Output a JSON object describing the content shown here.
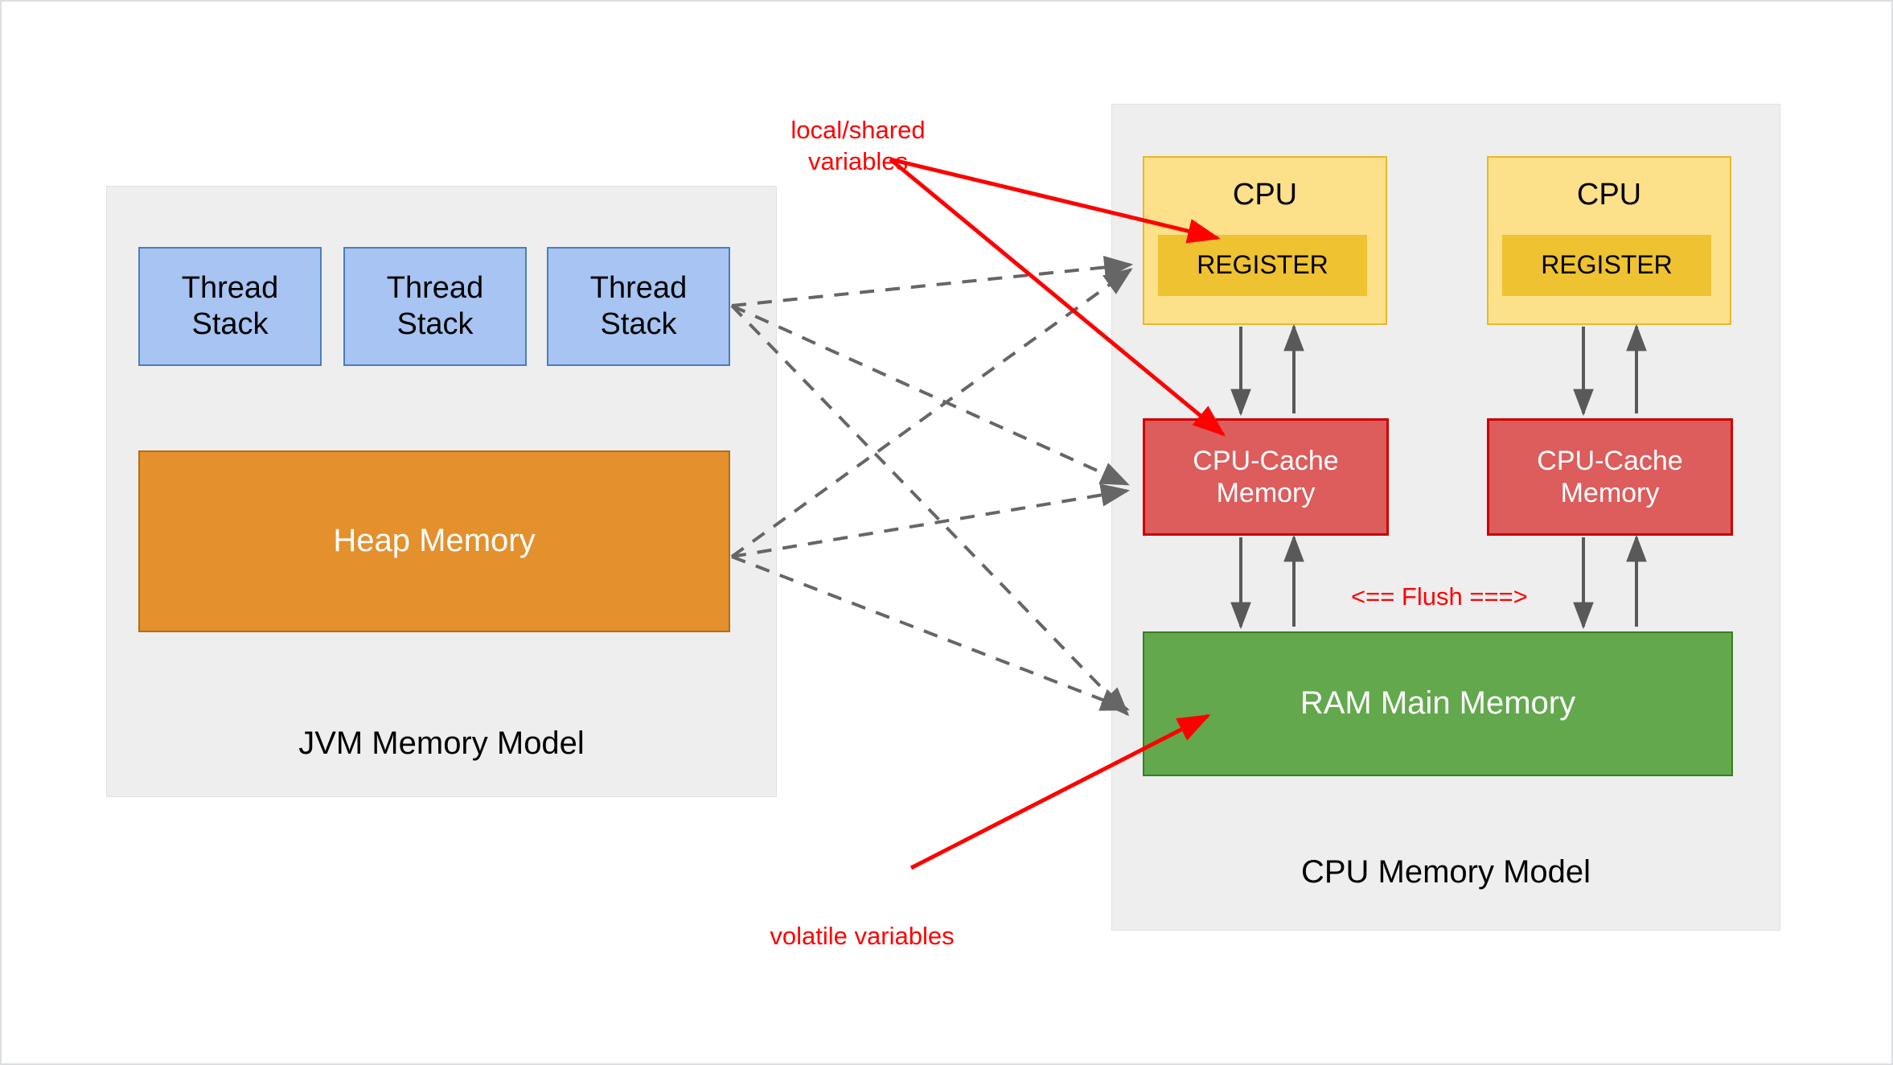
{
  "diagram": {
    "title_jvm": "JVM Memory Model",
    "title_cpu": "CPU Memory Model"
  },
  "jvm_panel": {
    "label": "JVM Memory Model",
    "thread_stacks": [
      {
        "label": "Thread\nStack"
      },
      {
        "label": "Thread\nStack"
      },
      {
        "label": "Thread\nStack"
      }
    ],
    "heap": {
      "label": "Heap Memory"
    }
  },
  "cpu_panel": {
    "label": "CPU Memory Model",
    "cores": [
      {
        "cpu_label": "CPU",
        "register_label": "REGISTER",
        "cache_label": "CPU-Cache\nMemory"
      },
      {
        "cpu_label": "CPU",
        "register_label": "REGISTER",
        "cache_label": "CPU-Cache\nMemory"
      }
    ],
    "ram": {
      "label": "RAM Main Memory"
    }
  },
  "annotations": {
    "local_shared": "local/shared\nvariables",
    "volatile": "volatile variables",
    "flush": "<== Flush ===>"
  },
  "colors": {
    "panel_bg": "#eeeeee",
    "thread_stack_fill": "#a7c4f2",
    "thread_stack_stroke": "#4a7ebb",
    "heap_fill": "#e3902d",
    "heap_stroke": "#b46e18",
    "cpu_fill": "#fce08a",
    "cpu_stroke": "#e8b92a",
    "register_fill": "#eec230",
    "cache_fill": "#dd5c5c",
    "cache_stroke": "#cc0000",
    "ram_fill": "#63a84d",
    "ram_stroke": "#3a7d22",
    "annotation": "#ff0000",
    "connector": "#666666"
  },
  "connectors": {
    "dashed_from_thread_stack": [
      "register",
      "cpu-cache",
      "ram"
    ],
    "dashed_from_heap": [
      "register",
      "cpu-cache",
      "ram"
    ],
    "solid_pairs": [
      "register<->cache (core 1)",
      "register<->cache (core 2)",
      "cache<->ram (core 1)",
      "cache<->ram (core 2)"
    ],
    "red_from_local_shared": [
      "register",
      "cpu-cache"
    ],
    "red_from_volatile": [
      "ram"
    ]
  }
}
